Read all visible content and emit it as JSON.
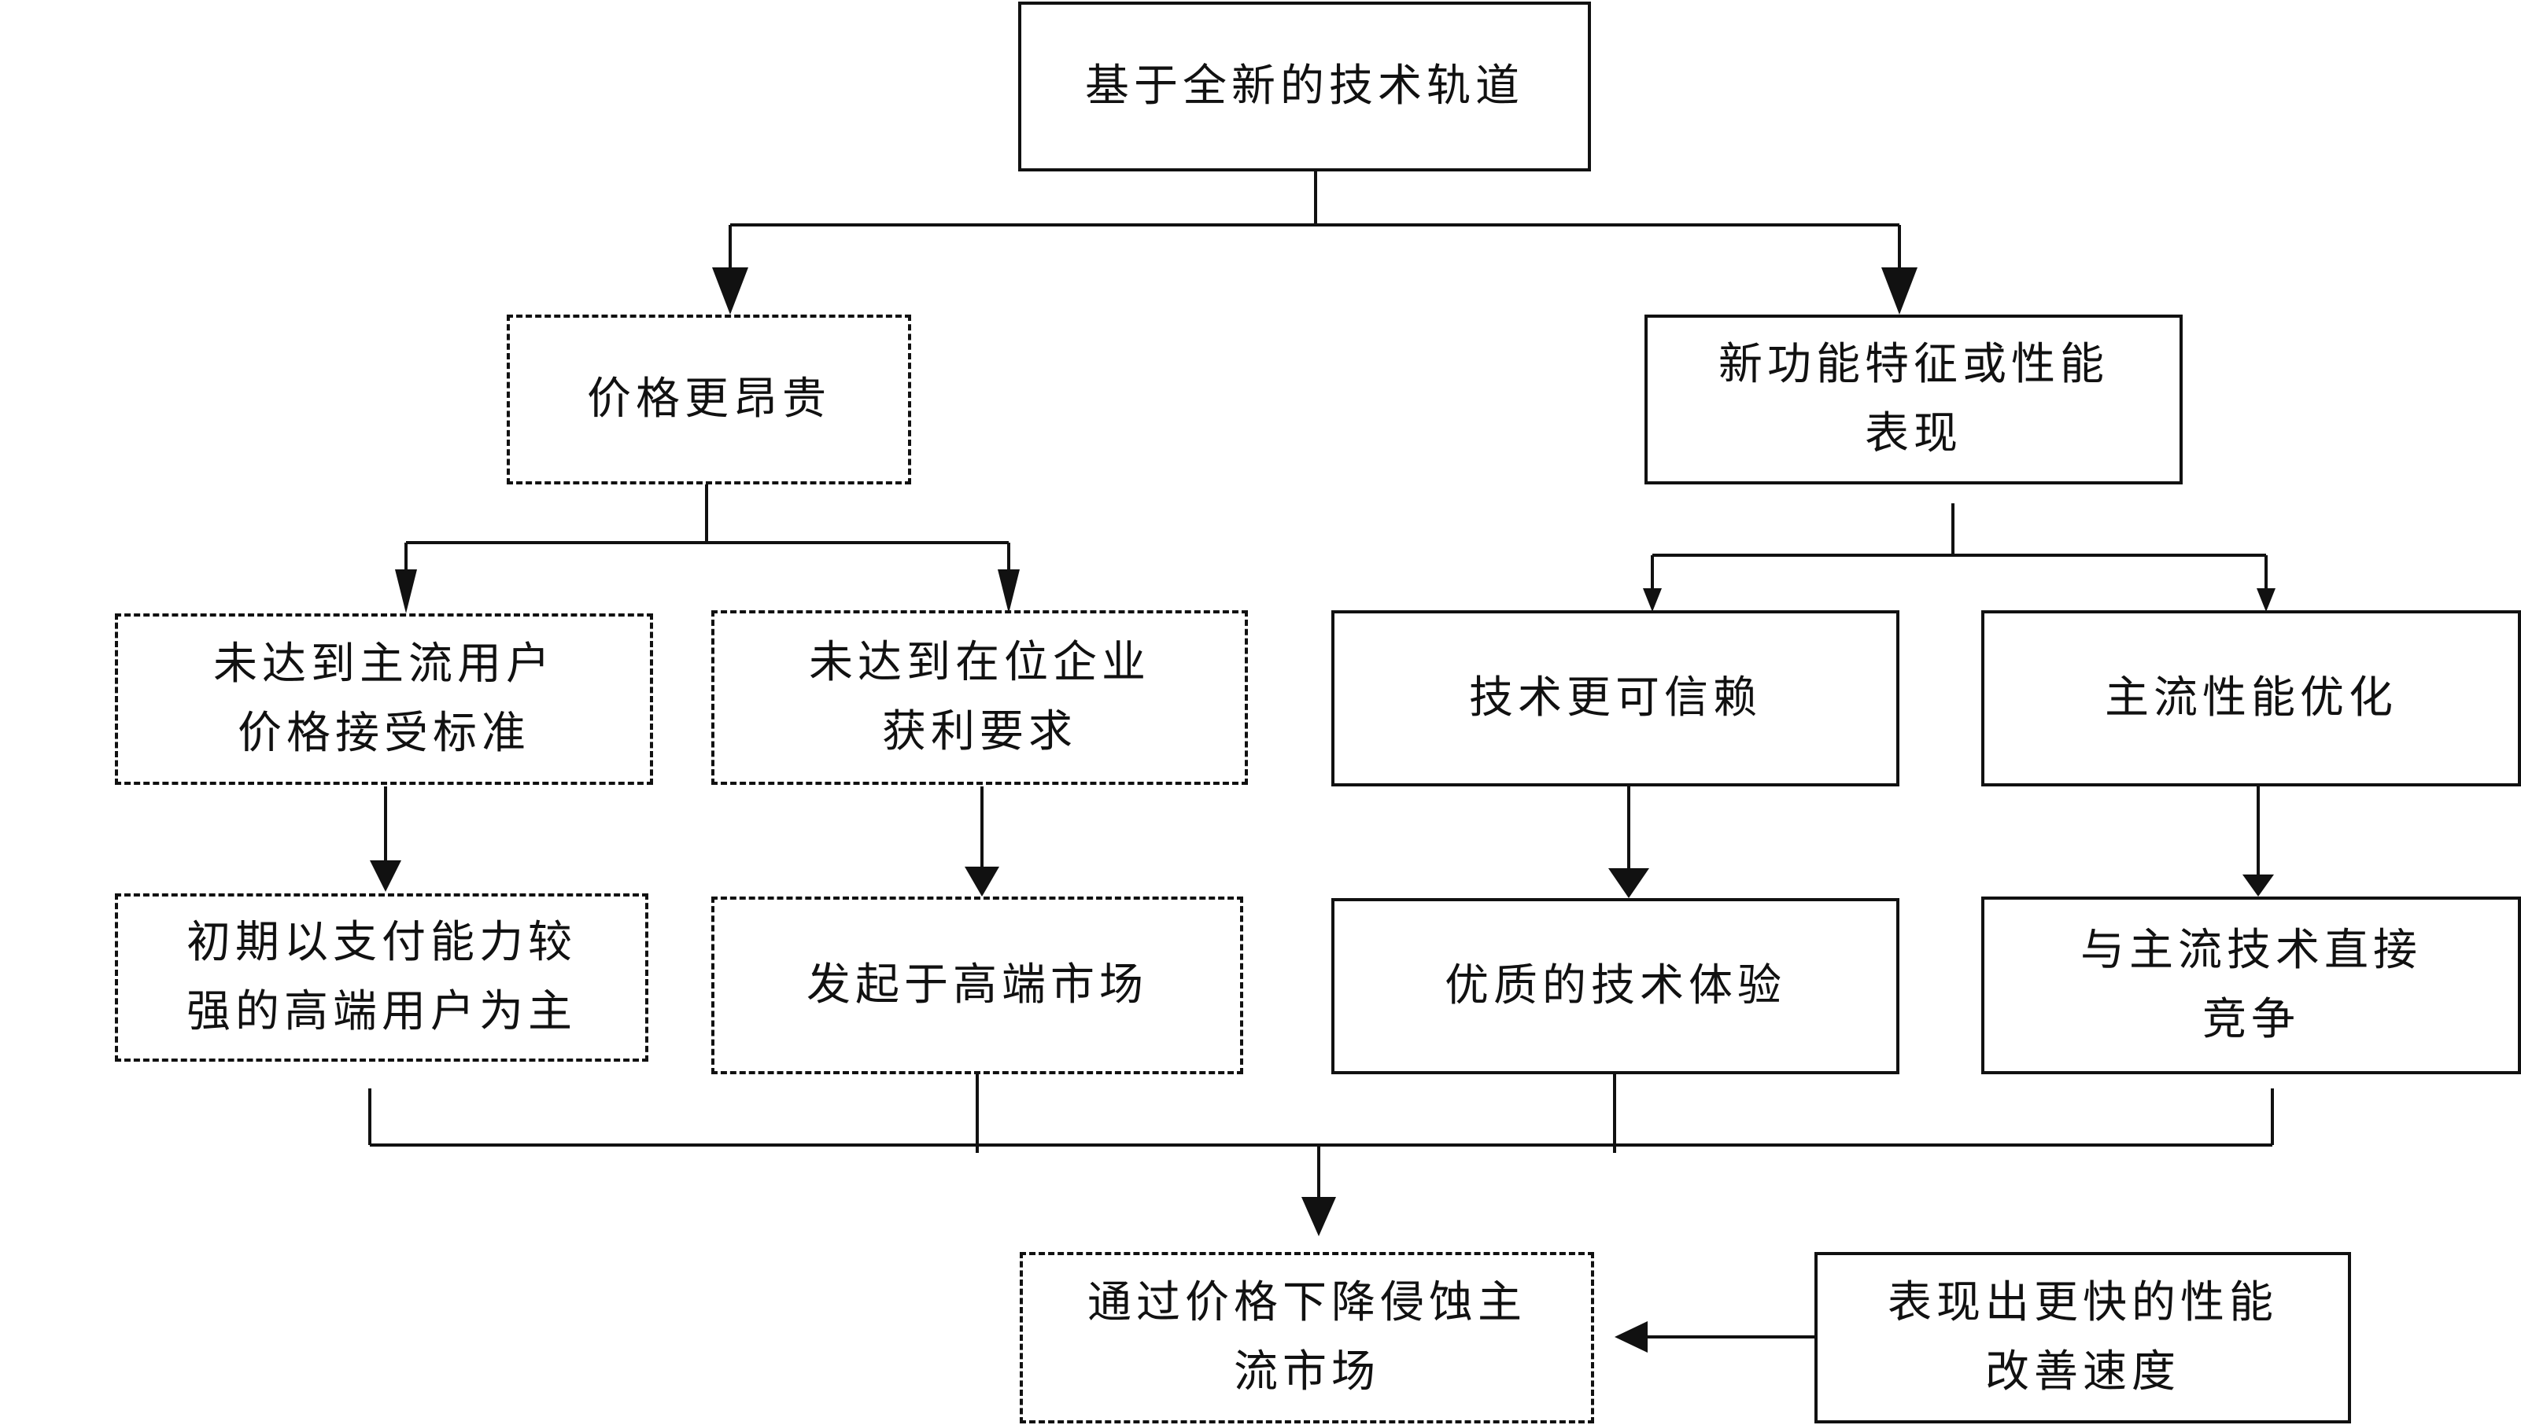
{
  "nodes": {
    "root": "基于全新的技术轨道",
    "price_higher": "价格更昂贵",
    "new_features": "新功能特征或性能\n表现",
    "below_user_price": "未达到主流用户\n价格接受标准",
    "below_incumbent_profit": "未达到在位企业\n获利要求",
    "more_reliable": "技术更可信赖",
    "mainstream_perf": "主流性能优化",
    "high_end_users": "初期以支付能力较\n强的高端用户为主",
    "high_end_market": "发起于高端市场",
    "quality_experience": "优质的技术体验",
    "compete_directly": "与主流技术直接\n竞争",
    "erode_mainstream": "通过价格下降侵蚀主\n流市场",
    "faster_improvement": "表现出更快的性能\n改善速度"
  },
  "colors": {
    "stroke": "#111111",
    "background": "#ffffff"
  }
}
